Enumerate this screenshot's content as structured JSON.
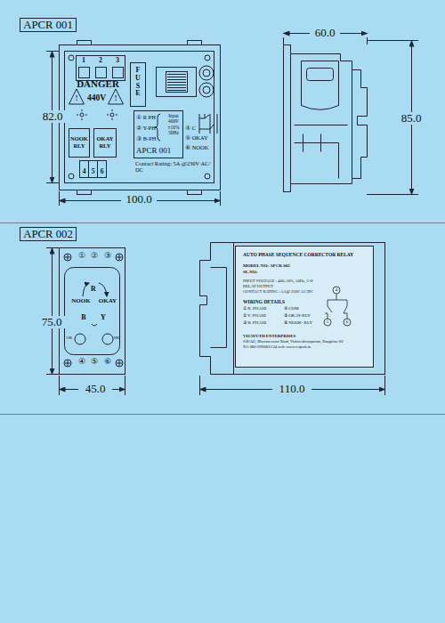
{
  "diagram": {
    "nodes": [
      {
        "text": [
          "APCR 001"
        ]
      },
      {
        "text": [
          "FUSE"
        ]
      },
      {
        "text": [
          "NOOK RLY"
        ]
      },
      {
        "text": [
          "OKAY RLY"
        ]
      },
      {
        "text": [
          "① R PH",
          "② Y-PH",
          "③ B-PH",
          "Input 400V ±10% 50Hz",
          "APCR 001"
        ]
      },
      {
        "text": [
          "APCR 002"
        ]
      },
      {
        "text": [
          "AUTO PHASE SEQUENCE CORRECTOR RELAY",
          "MODEL NO: APCR 002",
          "SL.NO:",
          "INPUT VOLTAGE : 400±10%, 50Hz, 3-Φ",
          "RELAY OUTPUT",
          "CONTACT RATING : 5A@ 230V AC/DC",
          "WIRING DETAILS",
          "① R. PHASE",
          "④ COM",
          "② Y. PHASE",
          "⑤ OKAY-RLY",
          "③ B. PHASE",
          "⑥ NOOK- RLY",
          "VIJAYUTH ENTERPRISES",
          "#38/341, Bhuvaneswari Road, Vishweshwarpuram, Bangalore-82",
          "Tel: 080-26960815/24        web: www.vetpark.in"
        ]
      }
    ],
    "labels": [
      "60.0",
      "82.0",
      "85.0",
      "100.0",
      "1",
      "2",
      "3",
      "DANGER",
      "440V",
      "!",
      "!",
      "4",
      "5",
      "6",
      "④ C",
      "⑤ OKAY",
      "⑥ NOOK",
      "Contact Rating: 5A @230V AC/ DC",
      "75.0",
      "45.0",
      "110.0",
      "①",
      "②",
      "③",
      "R",
      "NOOK",
      "OKAY",
      "B",
      "Y",
      "OK",
      "NK",
      "④",
      "⑤",
      "⑥",
      "4",
      "5",
      "6"
    ]
  }
}
